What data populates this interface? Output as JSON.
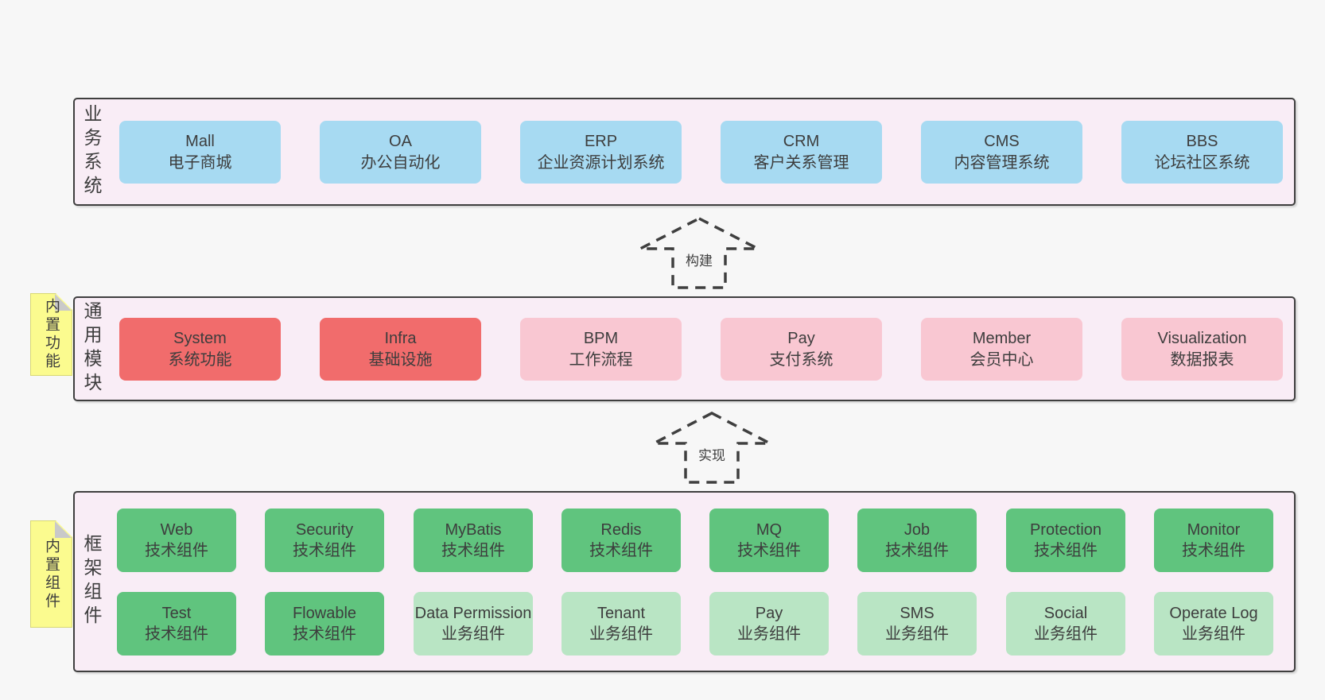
{
  "colors": {
    "page_bg": "#f7f7f7",
    "band_bg": "#f9edf6",
    "band_border": "#3f3f3f",
    "box_blue": "#a7daf2",
    "box_red": "#f16c6c",
    "box_pink": "#f9c7d2",
    "green_dark": "#60c47e",
    "green_light": "#b9e5c4",
    "note_yellow": "#fbfb8f",
    "note_fold": "#c9c9c9",
    "text": "#3d3d3d"
  },
  "bands": [
    {
      "label": "业务系统",
      "boxes": [
        {
          "name": "Mall",
          "desc": "电子商城"
        },
        {
          "name": "OA",
          "desc": "办公自动化"
        },
        {
          "name": "ERP",
          "desc": "企业资源计划系统"
        },
        {
          "name": "CRM",
          "desc": "客户关系管理"
        },
        {
          "name": "CMS",
          "desc": "内容管理系统"
        },
        {
          "name": "BBS",
          "desc": "论坛社区系统"
        }
      ]
    },
    {
      "label": "通用模块",
      "note": "内置功能",
      "boxes": [
        {
          "name": "System",
          "desc": "系统功能"
        },
        {
          "name": "Infra",
          "desc": "基础设施"
        },
        {
          "name": "BPM",
          "desc": "工作流程"
        },
        {
          "name": "Pay",
          "desc": "支付系统"
        },
        {
          "name": "Member",
          "desc": "会员中心"
        },
        {
          "name": "Visualization",
          "desc": "数据报表"
        }
      ]
    },
    {
      "label": "框架组件",
      "note": "内置组件",
      "rows": [
        [
          {
            "name": "Web",
            "desc": "技术组件"
          },
          {
            "name": "Security",
            "desc": "技术组件"
          },
          {
            "name": "MyBatis",
            "desc": "技术组件"
          },
          {
            "name": "Redis",
            "desc": "技术组件"
          },
          {
            "name": "MQ",
            "desc": "技术组件"
          },
          {
            "name": "Job",
            "desc": "技术组件"
          },
          {
            "name": "Protection",
            "desc": "技术组件"
          },
          {
            "name": "Monitor",
            "desc": "技术组件"
          }
        ],
        [
          {
            "name": "Test",
            "desc": "技术组件"
          },
          {
            "name": "Flowable",
            "desc": "技术组件"
          },
          {
            "name": "Data Permission",
            "desc": "业务组件"
          },
          {
            "name": "Tenant",
            "desc": "业务组件"
          },
          {
            "name": "Pay",
            "desc": "业务组件"
          },
          {
            "name": "SMS",
            "desc": "业务组件"
          },
          {
            "name": "Social",
            "desc": "业务组件"
          },
          {
            "name": "Operate Log",
            "desc": "业务组件"
          }
        ]
      ]
    }
  ],
  "arrows": [
    {
      "label": "构建"
    },
    {
      "label": "实现"
    }
  ]
}
